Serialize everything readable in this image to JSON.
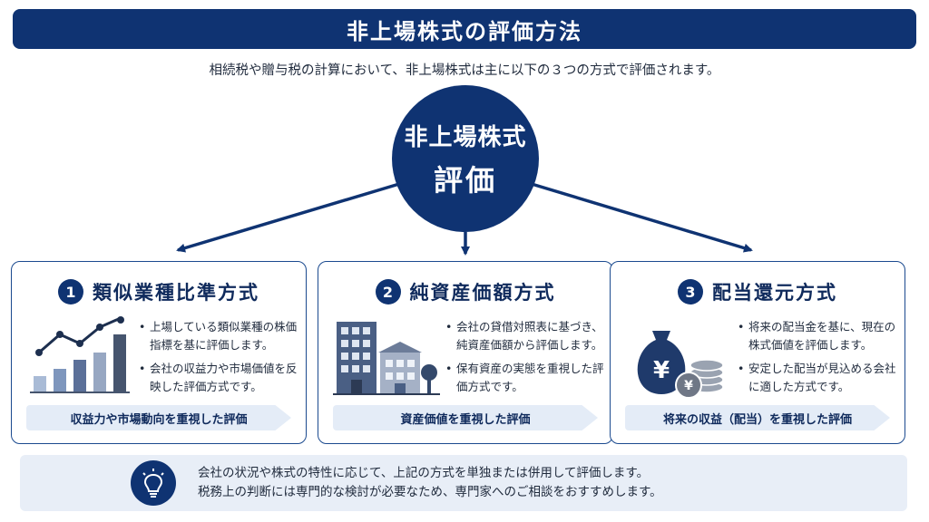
{
  "header": {
    "title": "非上場株式の評価方法",
    "subtitle": "相続税や贈与税の計算において、非上場株式は主に以下の３つの方式で評価されます。"
  },
  "center": {
    "line1": "非上場株式",
    "line2": "評価"
  },
  "methods": [
    {
      "number": "1",
      "title": "類似業種比準方式",
      "icon": "bar-chart-icon",
      "points": [
        "上場している類似業種の株価指標を基に評価します。",
        "会社の収益力や市場価値を反映した評価方式です。"
      ],
      "focus": "収益力や市場動向を重視した評価"
    },
    {
      "number": "2",
      "title": "純資産価額方式",
      "icon": "buildings-icon",
      "points": [
        "会社の貸借対照表に基づき、純資産価額から評価します。",
        "保有資産の実態を重視した評価方式です。"
      ],
      "focus": "資産価値を重視した評価"
    },
    {
      "number": "3",
      "title": "配当還元方式",
      "icon": "yen-money-bag-icon",
      "points": [
        "将来の配当金を基に、現在の株式価値を評価します。",
        "安定した配当が見込める会社に適した方式です。"
      ],
      "focus": "将来の収益（配当）を重視した評価"
    }
  ],
  "note": {
    "icon": "lightbulb-icon",
    "line1": "会社の状況や株式の特性に応じて、上記の方式を単独または併用して評価します。",
    "line2": "税務上の判断には専門的な検討が必要なため、専門家へのご相談をおすすめします。"
  },
  "colors": {
    "navy": "#0f3372",
    "light_blue": "#e4ecf7",
    "slate": "#4a5f84"
  }
}
